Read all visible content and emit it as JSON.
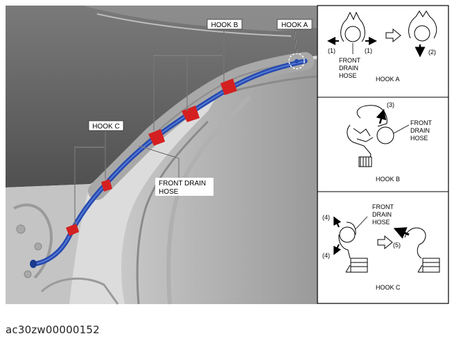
{
  "illustration": {
    "hose_color": "#2449b0",
    "hook_color": "#d42020",
    "callouts": {
      "hook_a": "HOOK A",
      "hook_b": "HOOK B",
      "hook_c": "HOOK C",
      "front_drain_hose_line1": "FRONT DRAIN",
      "front_drain_hose_line2": "HOSE"
    }
  },
  "detail_panel": {
    "hook_a": {
      "title": "HOOK A",
      "step_left": "(1)",
      "step_right": "(1)",
      "step_down": "(2)",
      "hose_line1": "FRONT",
      "hose_line2": "DRAIN",
      "hose_line3": "HOSE"
    },
    "hook_b": {
      "title": "HOOK B",
      "step_up": "(3)",
      "hose_line1": "FRONT",
      "hose_line2": "DRAIN",
      "hose_line3": "HOSE"
    },
    "hook_c": {
      "title": "HOOK C",
      "step_up": "(4)",
      "step_down": "(4)",
      "step_release": "(5)",
      "hose_line1": "FRONT",
      "hose_line2": "DRAIN",
      "hose_line3": "HOSE"
    }
  },
  "caption": "ac30zw00000152"
}
